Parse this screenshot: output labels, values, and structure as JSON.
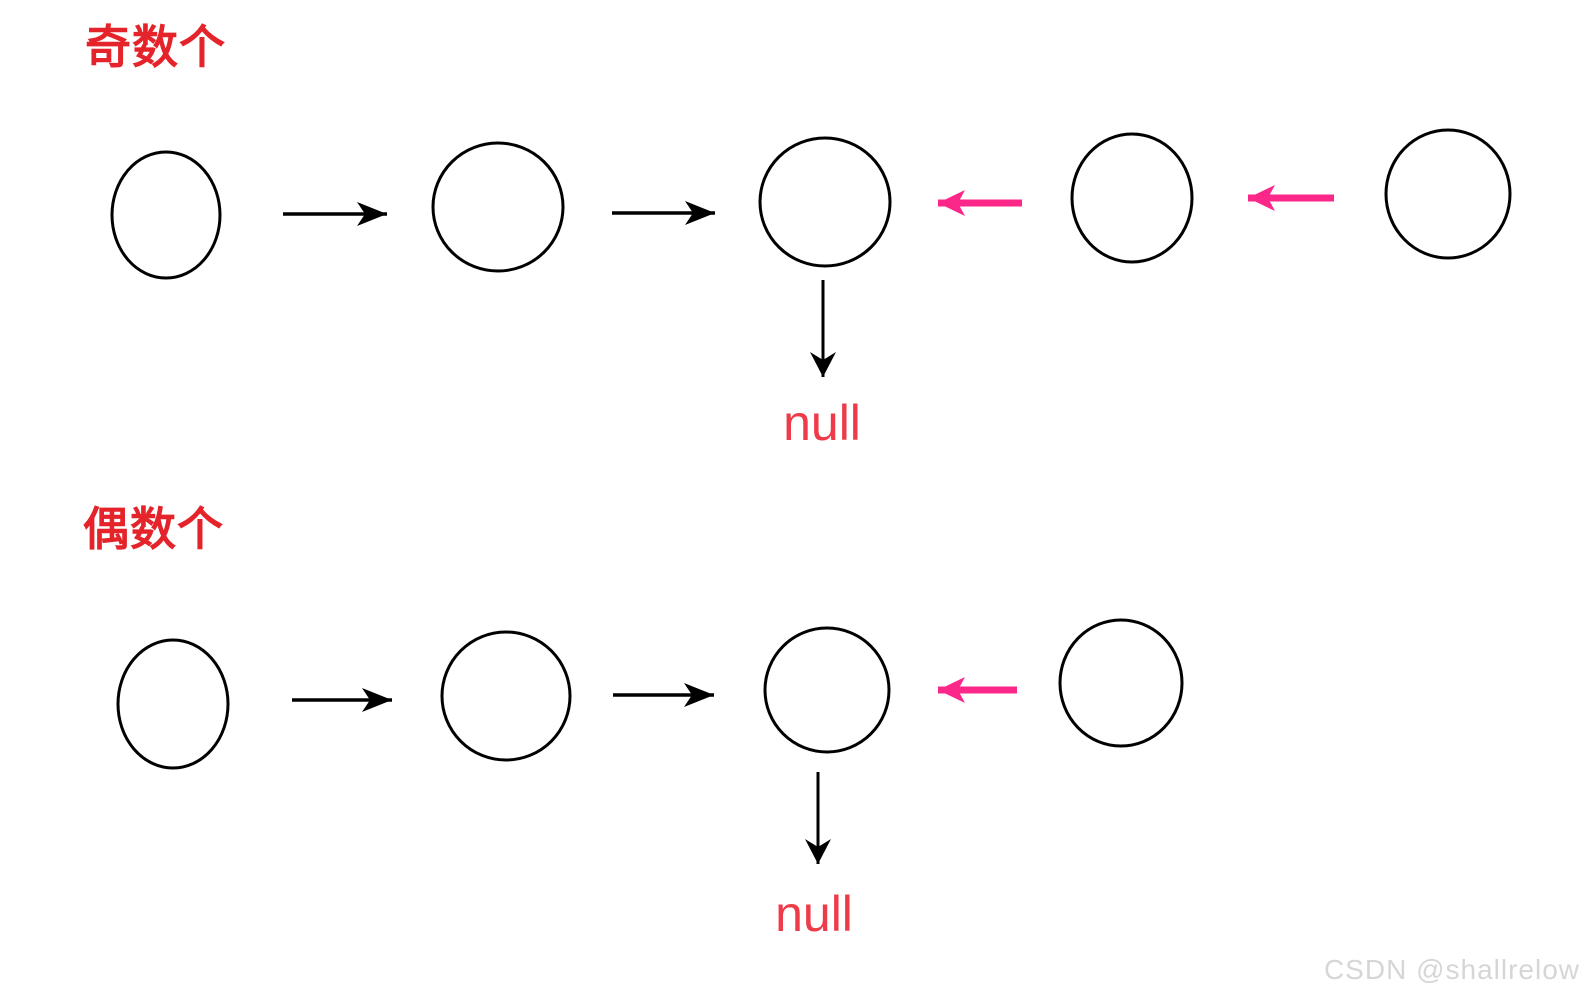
{
  "sections": {
    "odd": {
      "label": "奇数个",
      "null_label": "null",
      "node_count": 5,
      "forward_arrow_count": 2,
      "backward_arrow_count": 2,
      "null_arrow_from_node": 3
    },
    "even": {
      "label": "偶数个",
      "null_label": "null",
      "node_count": 4,
      "forward_arrow_count": 2,
      "backward_arrow_count": 1,
      "null_arrow_from_node": 3
    }
  },
  "watermark": "CSDN @shallrelow",
  "colors": {
    "section_label": "#e4242a",
    "null_text": "#ee3b49",
    "pink_arrow": "#fb2789",
    "shape_stroke": "#000000",
    "watermark": "#d6d6d6",
    "background": "#ffffff"
  }
}
